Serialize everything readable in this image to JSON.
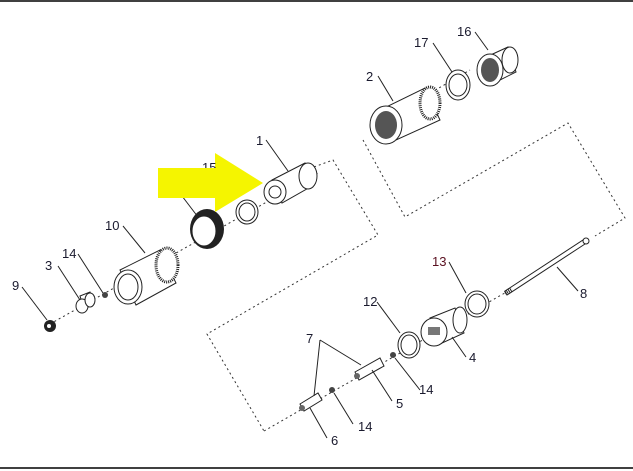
{
  "diagram": {
    "callouts": {
      "c1": "1",
      "c2": "2",
      "c3": "3",
      "c4": "4",
      "c5": "5",
      "c6": "6",
      "c7": "7",
      "c8": "8",
      "c9": "9",
      "c10": "10",
      "c12": "12",
      "c13": "13",
      "c14a": "14",
      "c14b": "14",
      "c14c": "14",
      "c15": "15",
      "c16": "16",
      "c17": "17"
    },
    "highlight_arrow_color": "#f5f500",
    "callout_color": "#1a1a2e"
  }
}
